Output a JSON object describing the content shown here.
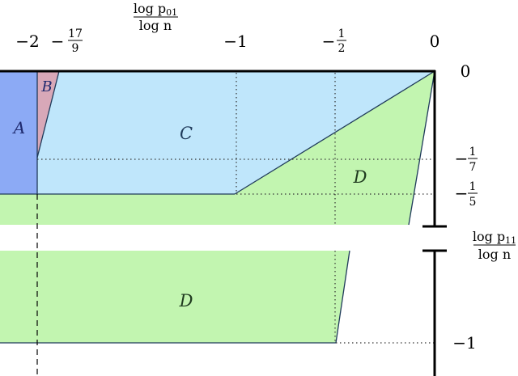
{
  "x_axis": {
    "title_num": "log p",
    "title_num_sub": "01",
    "title_den": "log n",
    "ticks": {
      "m2": "−2",
      "m17_9_sign": "−",
      "m17_9_num": "17",
      "m17_9_den": "9",
      "m1": "−1",
      "mhalf_sign": "−",
      "mhalf_num": "1",
      "mhalf_den": "2",
      "zero": "0"
    }
  },
  "y_axis": {
    "title_num": "log p",
    "title_num_sub": "11",
    "title_den": "log n",
    "ticks": {
      "zero": "0",
      "m1_7_sign": "−",
      "m1_7_num": "1",
      "m1_7_den": "7",
      "m1_5_sign": "−",
      "m1_5_num": "1",
      "m1_5_den": "5",
      "m1": "−1"
    }
  },
  "regions": {
    "A": "A",
    "B": "B",
    "C": "C",
    "D_upper": "D",
    "D_lower": "D"
  },
  "colors": {
    "region_A": "#8caaf5",
    "region_B": "#d8a8b8",
    "region_C": "#bfe6fb",
    "region_D": "#c2f5b0",
    "region_A_label": "#1f2a6e",
    "region_C_label": "#1f3a5a",
    "region_D_label": "#1f3a1f",
    "lines": "#000000",
    "edge": "#1f3a5a"
  }
}
